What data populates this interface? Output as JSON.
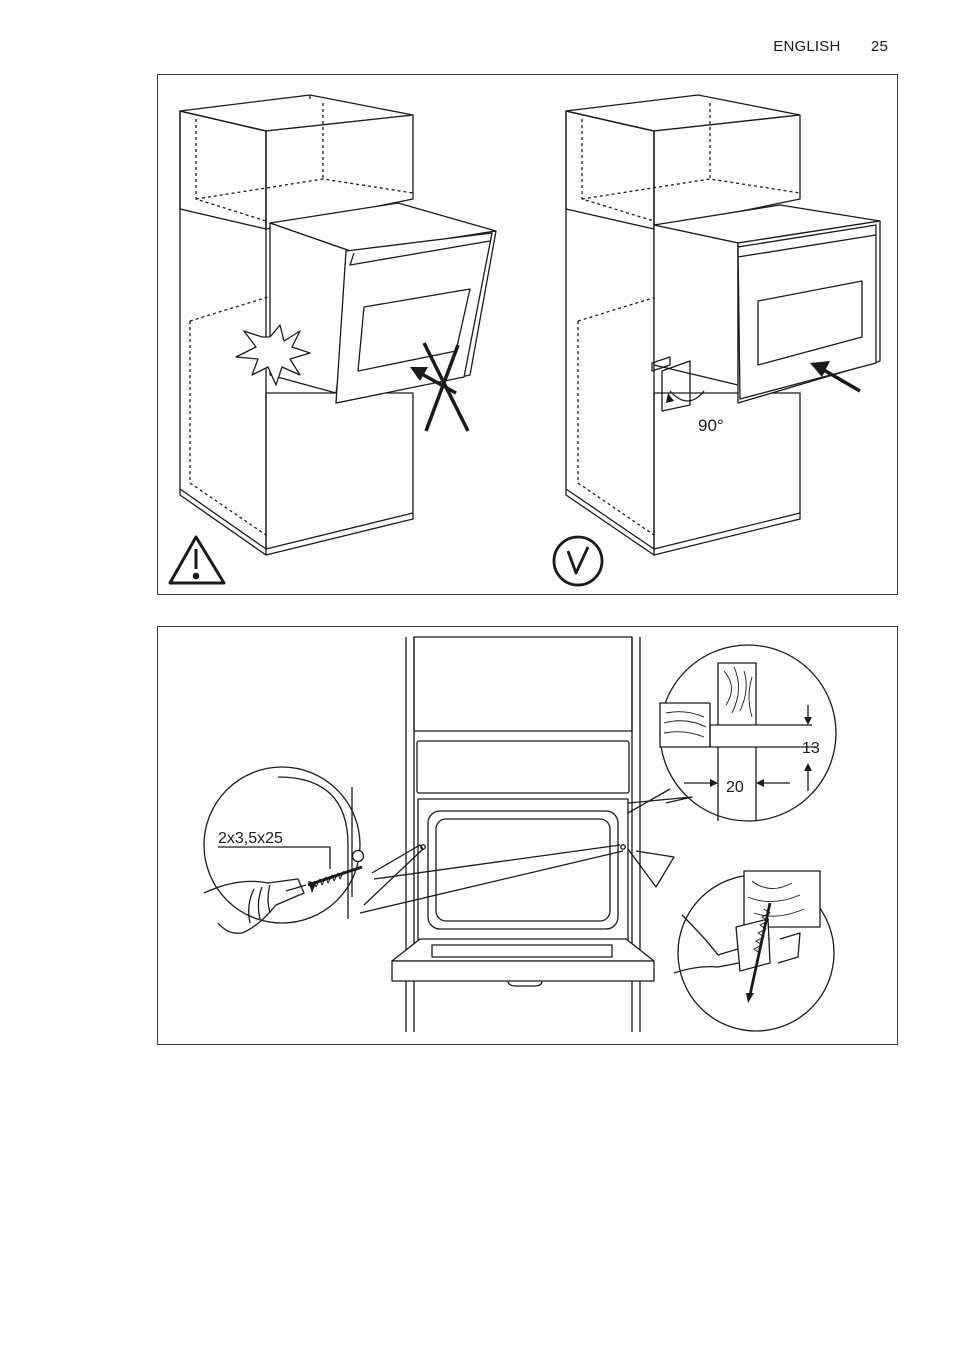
{
  "header": {
    "language": "ENGLISH",
    "page_number": "25"
  },
  "figure_top": {
    "angle_label": "90°",
    "icons": [
      "warning-triangle-icon",
      "checkmark-circle-icon"
    ]
  },
  "figure_bottom": {
    "screw_label": "2x3,5x25",
    "dimension_vertical": "13",
    "dimension_horizontal": "20"
  }
}
